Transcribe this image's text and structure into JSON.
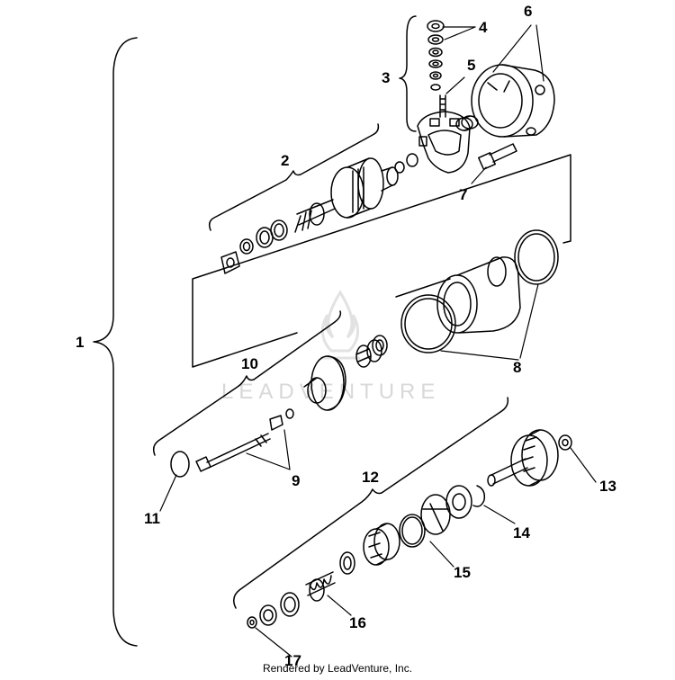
{
  "diagram": {
    "callouts": [
      "1",
      "2",
      "3",
      "4",
      "5",
      "6",
      "7",
      "8",
      "9",
      "10",
      "11",
      "12",
      "13",
      "14",
      "15",
      "16",
      "17"
    ],
    "watermark_text": "LEADVENTURE"
  },
  "footer": {
    "text": "Rendered by LeadVenture, Inc."
  }
}
